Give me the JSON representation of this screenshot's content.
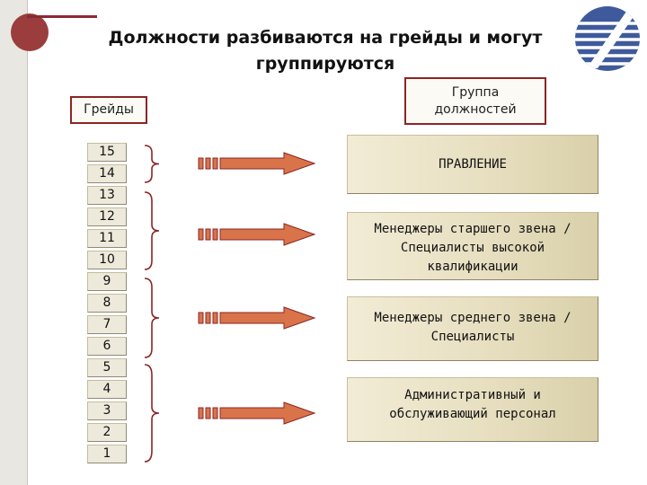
{
  "slide": {
    "title": "Должности разбиваются на грейды и могут группируются",
    "grades_header": "Грейды",
    "groups_header": "Группа должностей",
    "grades": [
      "15",
      "14",
      "13",
      "12",
      "11",
      "10",
      "9",
      "8",
      "7",
      "6",
      "5",
      "4",
      "3",
      "2",
      "1"
    ],
    "groups": [
      "ПРАВЛЕНИЕ",
      "Менеджеры старшего звена / Специалисты высокой квалификации",
      "Менеджеры среднего звена / Специалисты",
      "Административный и обслуживающий персонал"
    ],
    "colors": {
      "accent": "#8b2525",
      "arrow_fill": "#d9744a",
      "group_fill": "#e7dfc0",
      "grade_fill": "#edeadb",
      "logo_blue": "#3f5a9c"
    }
  }
}
